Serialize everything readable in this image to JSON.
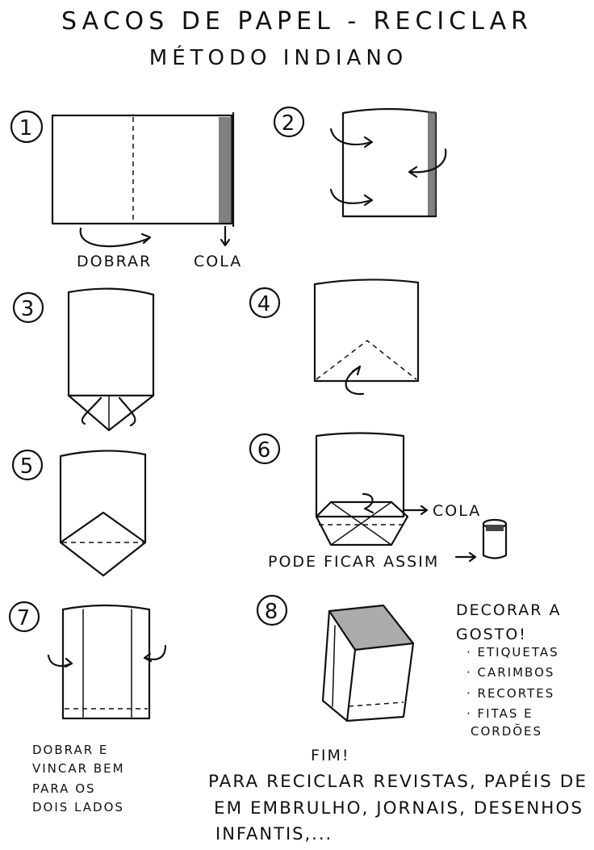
{
  "title": "SACOS DE PAPEL - RECICLAR",
  "subtitle": "MÉTODO INDIANO",
  "steps": [
    {
      "number": "1",
      "labels": [
        "DOBRAR",
        "COLA"
      ]
    },
    {
      "number": "2"
    },
    {
      "number": "3"
    },
    {
      "number": "4"
    },
    {
      "number": "5"
    },
    {
      "number": "6",
      "labels": [
        "COLA",
        "PODE FICAR ASSIM"
      ]
    },
    {
      "number": "7",
      "text": [
        "DOBRAR E",
        "VINCAR BEM",
        "PARA OS",
        "DOIS LADOS"
      ]
    },
    {
      "number": "8"
    }
  ],
  "decor": {
    "heading": [
      "DECORAR A",
      "GOSTO!"
    ],
    "items": [
      "· ETIQUETAS",
      "· CARIMBOS",
      "· RECORTES",
      "· FITAS E",
      "CORDÕES"
    ]
  },
  "ending": {
    "fim": "FIM!",
    "lines": [
      "PARA RECICLAR REVISTAS, PAPÉIS DE",
      "EM EMBRULHO, JORNAIS, DESENHOS",
      "INFANTIS,..."
    ]
  }
}
